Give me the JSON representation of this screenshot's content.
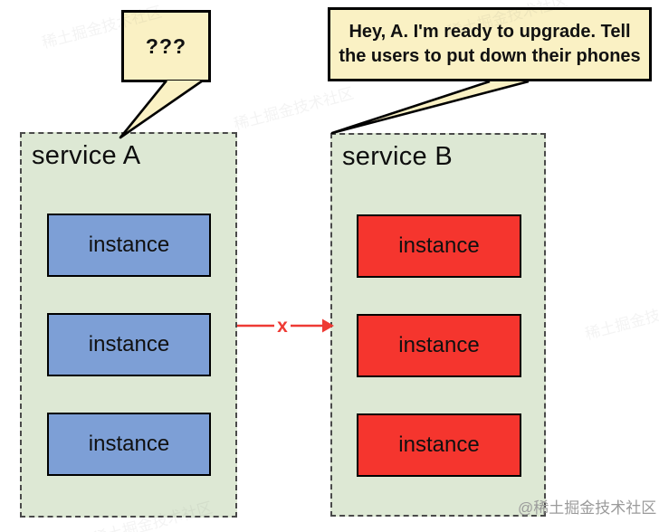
{
  "left_bubble": {
    "text": "???"
  },
  "right_bubble": {
    "line1": "Hey, A. I'm ready to upgrade. Tell",
    "line2": "the users to put down their phones"
  },
  "service_a": {
    "title": "service A",
    "instances": [
      "instance",
      "instance",
      "instance"
    ]
  },
  "service_b": {
    "title": "service B",
    "instances": [
      "instance",
      "instance",
      "instance"
    ]
  },
  "arrow": {
    "label": "x"
  },
  "watermarks": {
    "corner": "@稀土掘金技术社区",
    "tile": "稀土掘金技术社区"
  },
  "colors": {
    "bubble_fill": "#faf1c4",
    "service_fill": "#dde8d4",
    "instance_a_fill": "#7d9fd6",
    "instance_b_fill": "#f5352e",
    "arrow_red": "#ee3a34",
    "dash_border": "#4a4a4a",
    "corner_watermark": "#9b9b9b"
  }
}
